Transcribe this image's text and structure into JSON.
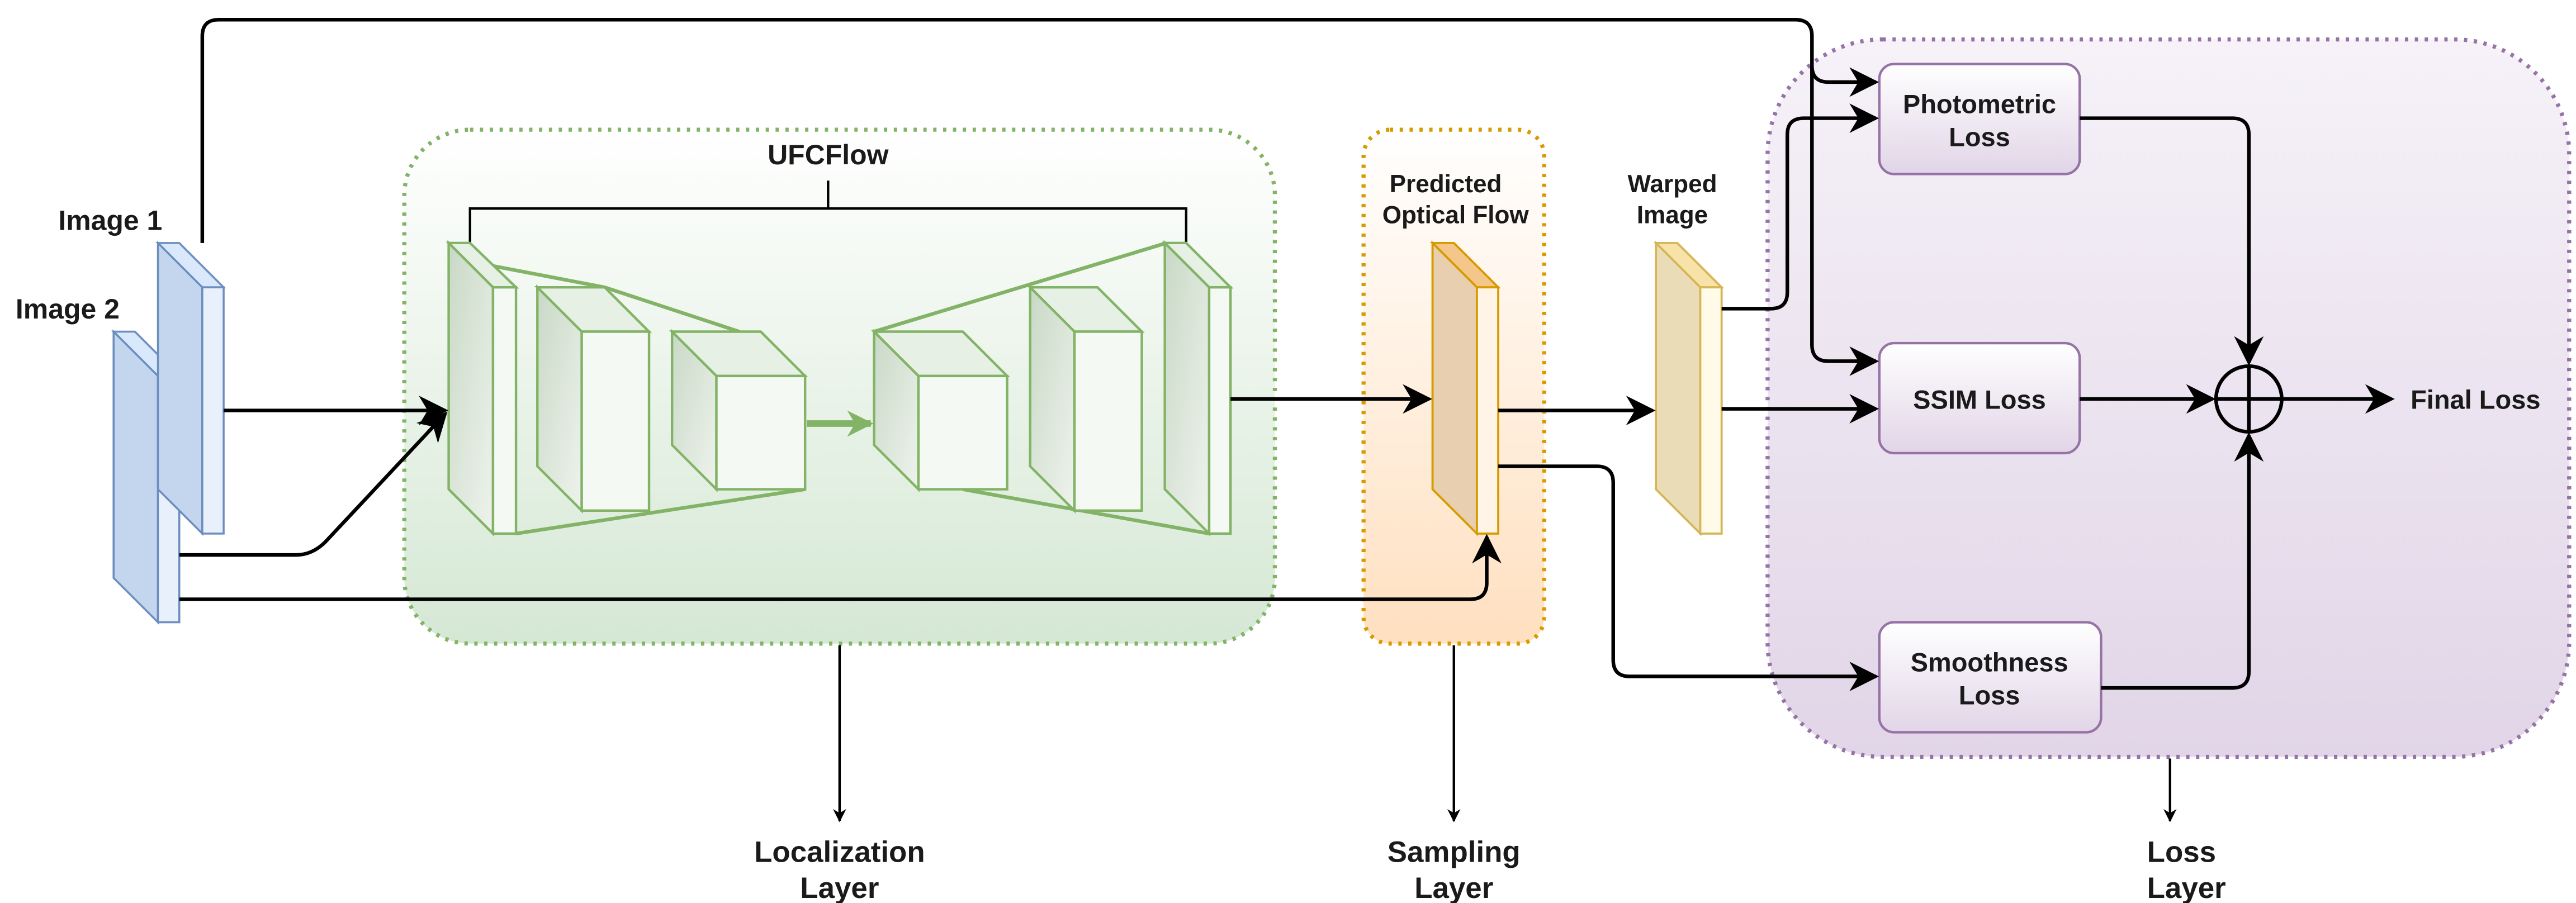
{
  "inputs": {
    "image1": "Image 1",
    "image2": "Image 2"
  },
  "network": {
    "title": "UFCFlow"
  },
  "sampling": {
    "flow_line1": "Predicted",
    "flow_line2": "Optical Flow",
    "warped_line1": "Warped",
    "warped_line2": "Image"
  },
  "losses": {
    "photometric_line1": "Photometric",
    "photometric_line2": "Loss",
    "ssim": "SSIM Loss",
    "smoothness_line1": "Smoothness",
    "smoothness_line2": "Loss",
    "final": "Final Loss"
  },
  "layers": {
    "localization_line1": "Localization",
    "localization_line2": "Layer",
    "sampling_line1": "Sampling",
    "sampling_line2": "Layer",
    "loss_line1": "Loss",
    "loss_line2": "Layer"
  },
  "colors": {
    "green_region": "#dfeedc",
    "green_border": "#82b366",
    "orange_region": "#fde6cc",
    "orange_border": "#d79b00",
    "purple_region": "#e4d7ea",
    "purple_border": "#9673a6",
    "blue_slab": "#dae8fc",
    "blue_border": "#6c8ebf",
    "yellow_slab": "#fff2cc",
    "yellow_border": "#d6b656",
    "arrow": "#000000"
  }
}
